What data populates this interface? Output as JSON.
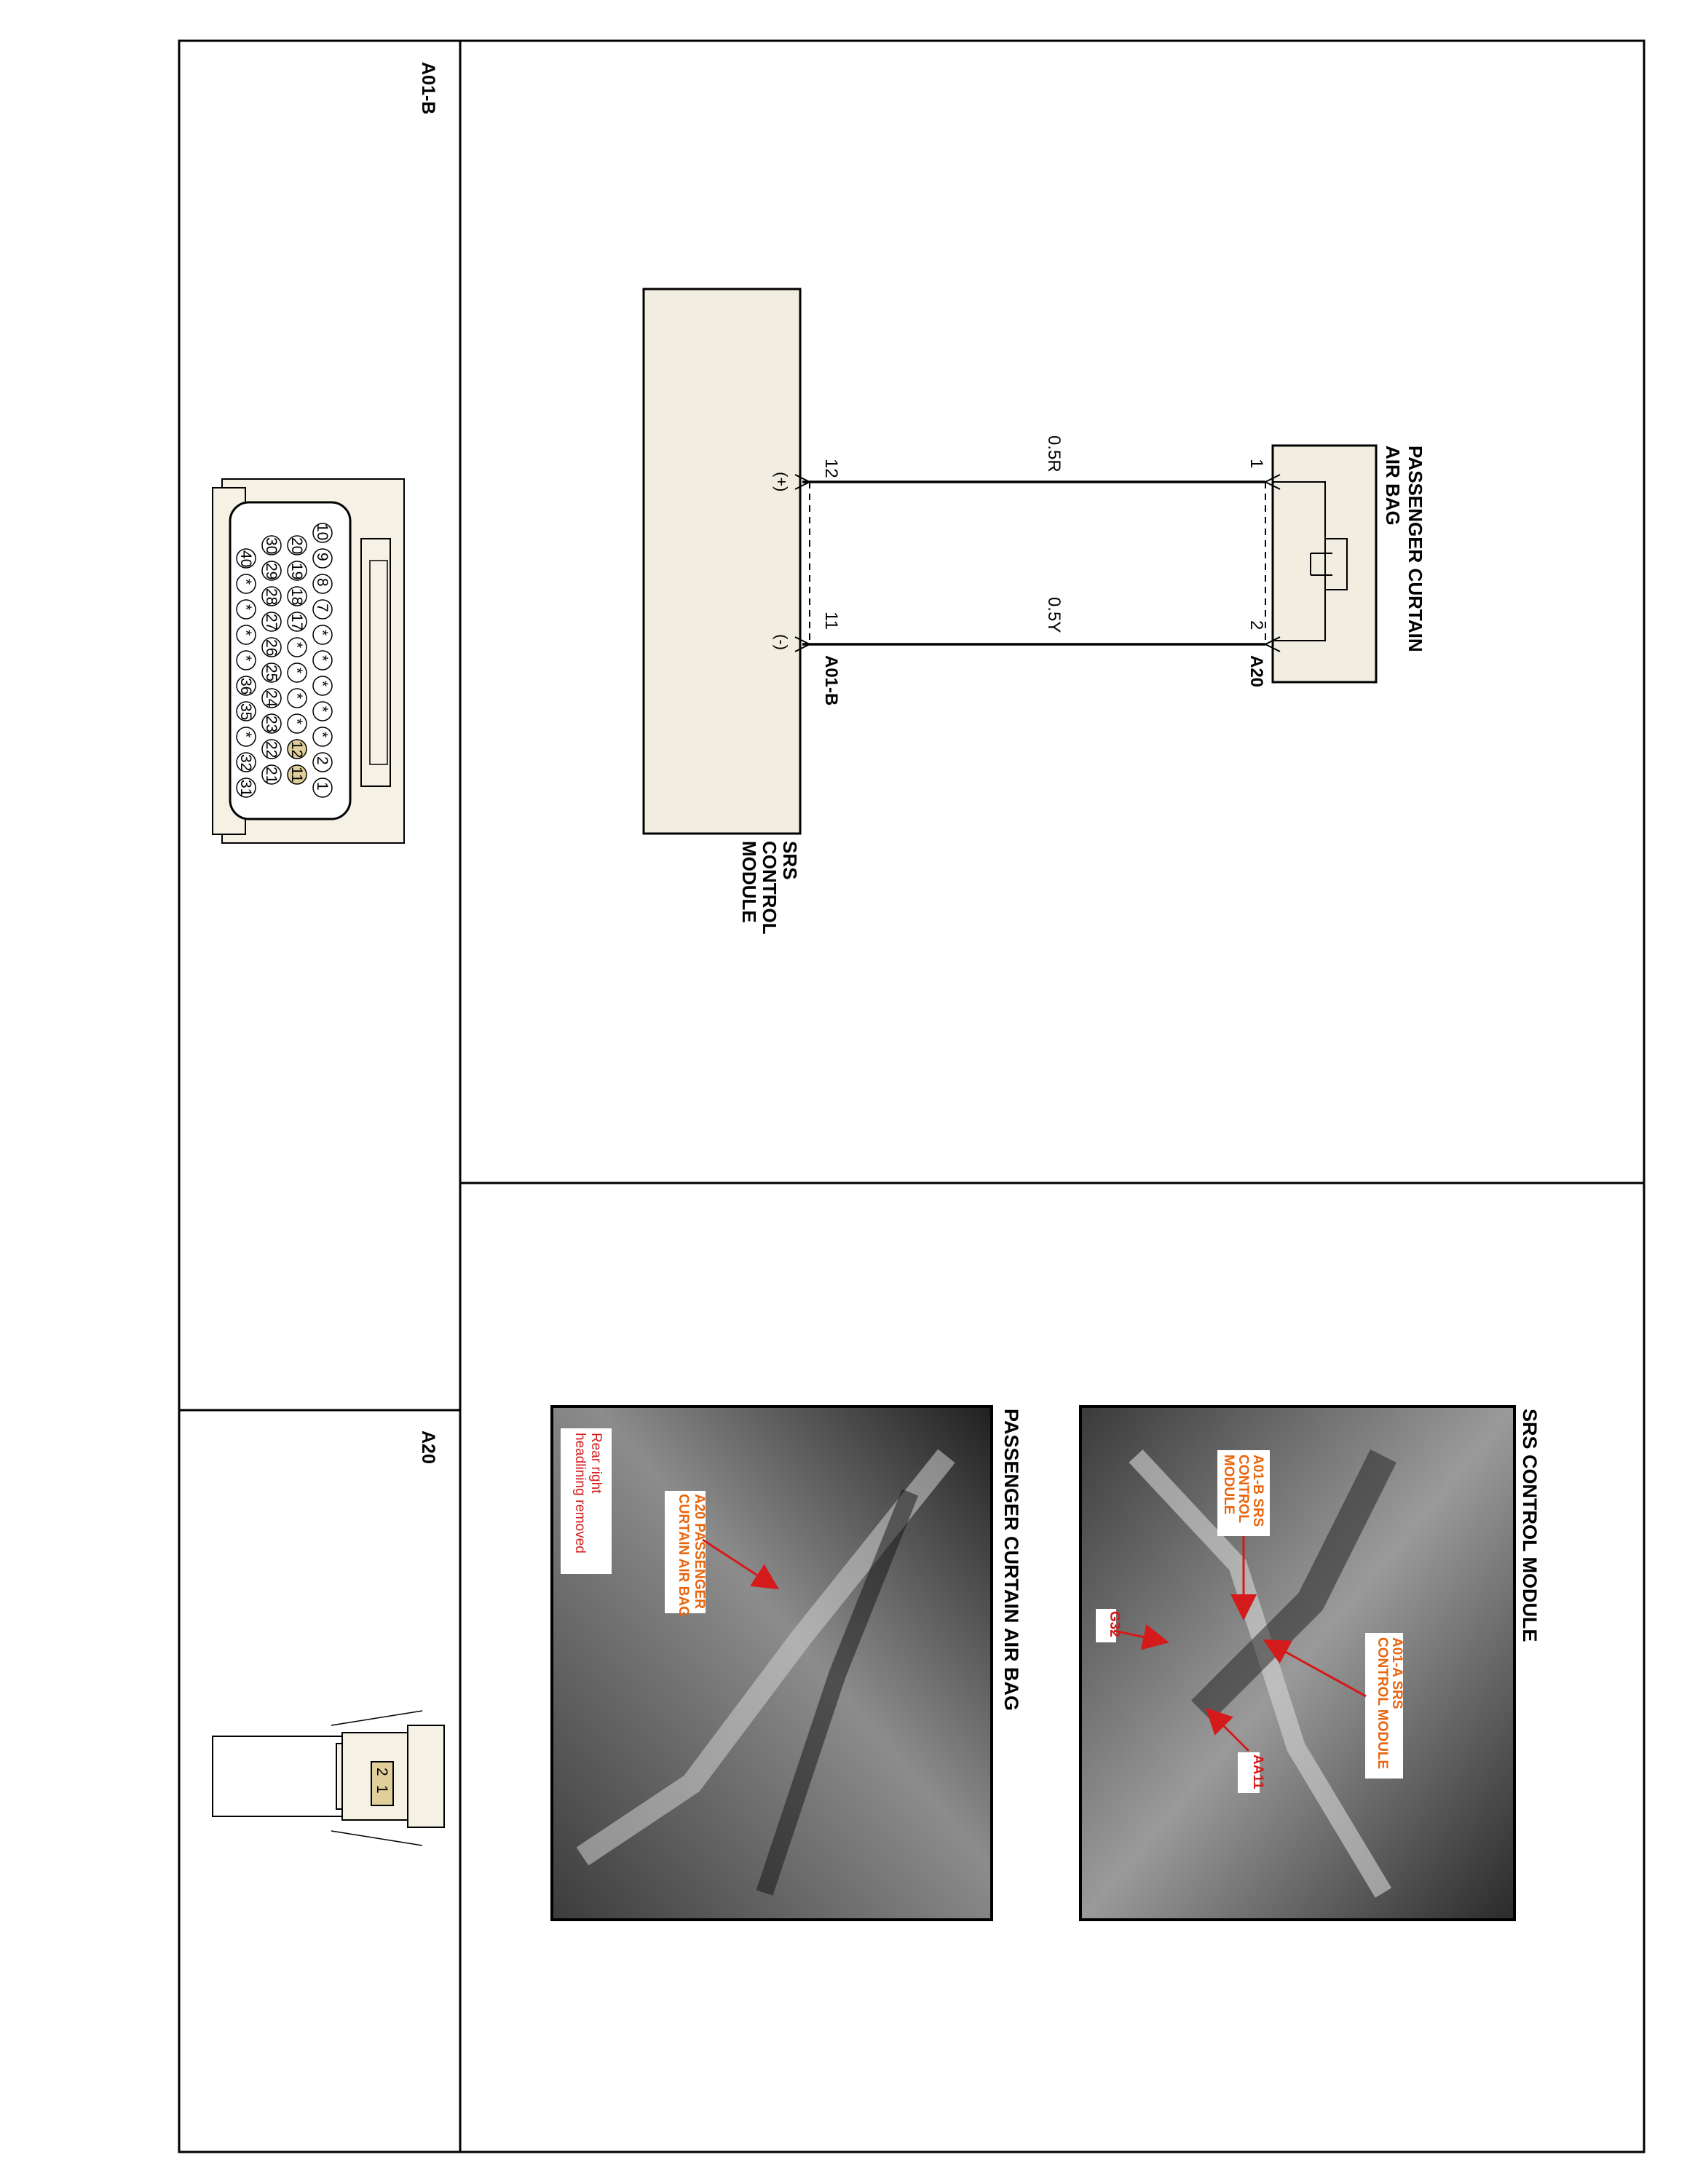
{
  "connectors": {
    "a01b": {
      "code": "A01-B",
      "pins_row_top": [
        "1",
        "2",
        "*",
        "*",
        "*",
        "*",
        "*",
        "7",
        "8",
        "9",
        "10"
      ],
      "pins_row_2": [
        "11",
        "12",
        "*",
        "*",
        "*",
        "*",
        "17",
        "18",
        "19",
        "20"
      ],
      "pins_row_3": [
        "21",
        "22",
        "23",
        "24",
        "25",
        "26",
        "27",
        "28",
        "29",
        "30"
      ],
      "pins_row_4": [
        "31",
        "32",
        "*",
        "35",
        "36",
        "*",
        "*",
        "*",
        "*",
        "40"
      ]
    },
    "a20": {
      "code": "A20",
      "pins": [
        "2",
        "1"
      ]
    }
  },
  "diagram": {
    "component_top": {
      "name_line1": "PASSENGER CURTAIN",
      "name_line2": "AIR BAG",
      "code": "A20",
      "pin_a": "1",
      "pin_b": "2"
    },
    "component_bottom": {
      "name_line1": "SRS",
      "name_line2": "CONTROL",
      "name_line3": "MODULE",
      "code": "A01-B",
      "pin_a": "12",
      "pin_b": "11",
      "polarity_a": "(+)",
      "polarity_b": "(-)"
    },
    "wire_a": "0.5R",
    "wire_b": "0.5Y"
  },
  "photos": {
    "srs": {
      "title": "SRS CONTROL MODULE",
      "callout_b_line1": "A01-B SRS",
      "callout_b_line2": "CONTROL",
      "callout_b_line3": "MODULE",
      "callout_a_line1": "A01-A SRS",
      "callout_a_line2": "CONTROL MODULE",
      "callout_g32": "G32",
      "callout_aa11": "AA11"
    },
    "curtain": {
      "title": "PASSENGER CURTAIN AIR BAG",
      "callout_line1": "A20 PASSENGER",
      "callout_line2": "CURTAIN AIR BAG",
      "note_line1": "Rear right",
      "note_line2": "headlining removed"
    }
  },
  "colors": {
    "component_fill": "#f1ede1",
    "callout_orange": "#e8650d",
    "callout_red": "#d41a1a",
    "pin_highlight": "#e0cf9a"
  }
}
